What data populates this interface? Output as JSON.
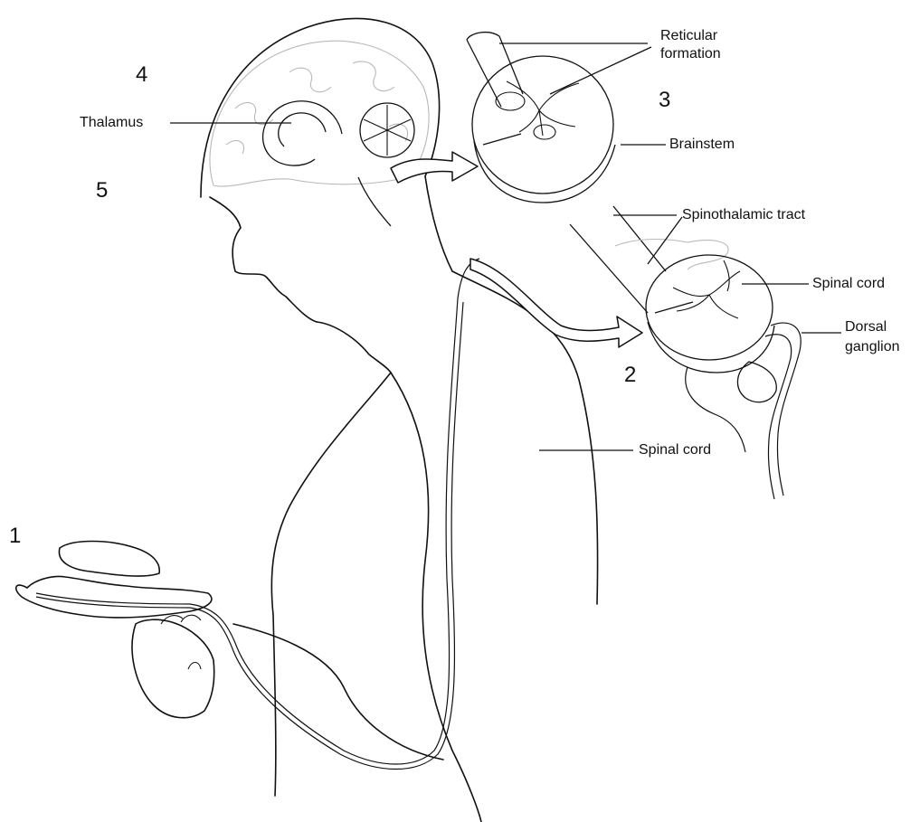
{
  "labels": {
    "reticular_formation_line1": "Reticular",
    "reticular_formation_line2": "formation",
    "brainstem": "Brainstem",
    "thalamus": "Thalamus",
    "spinothalamic_tract": "Spinothalamic tract",
    "spinal_cord_section": "Spinal cord",
    "dorsal_ganglion_line1": "Dorsal",
    "dorsal_ganglion_line2": "ganglion",
    "spinal_cord_body": "Spinal cord"
  },
  "step_numbers": {
    "step1": "1",
    "step2": "2",
    "step3": "3",
    "step4": "4",
    "step5": "5"
  },
  "colors": {
    "line": "#111111",
    "faint": "#b8b8b8",
    "background": "#ffffff"
  }
}
